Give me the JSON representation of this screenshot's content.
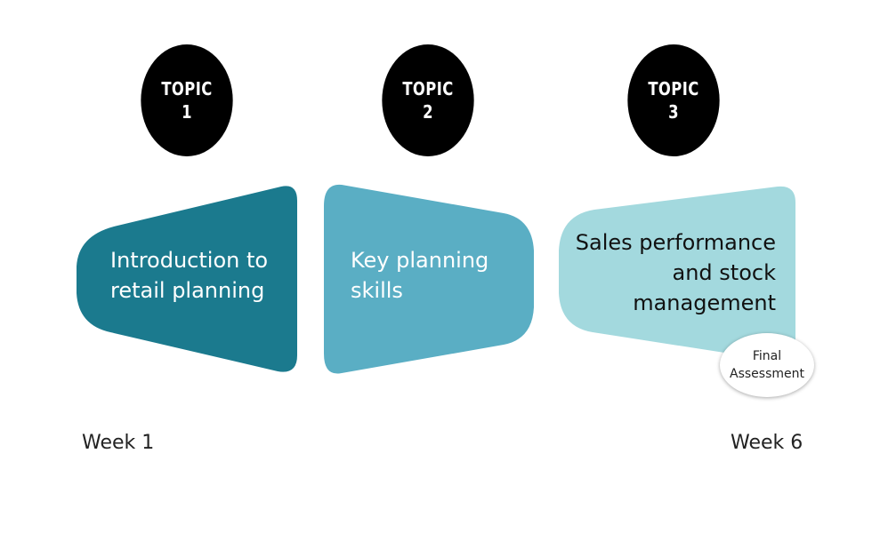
{
  "topics": [
    {
      "word": "TOPIC",
      "number": "1"
    },
    {
      "word": "TOPIC",
      "number": "2"
    },
    {
      "word": "TOPIC",
      "number": "3"
    }
  ],
  "stages": [
    {
      "lines": [
        "Introduction to",
        "retail planning"
      ],
      "color": "#1b7a8e"
    },
    {
      "lines": [
        "Key planning",
        "skills"
      ],
      "color": "#5aaec4"
    },
    {
      "lines": [
        "Sales performance",
        "and stock",
        "management"
      ],
      "color": "#a3d9de"
    }
  ],
  "final_assessment": {
    "lines": [
      "Final",
      "Assessment"
    ]
  },
  "timeline": {
    "start_label": "Week 1",
    "end_label": "Week 6",
    "bar_color": "#222222"
  }
}
